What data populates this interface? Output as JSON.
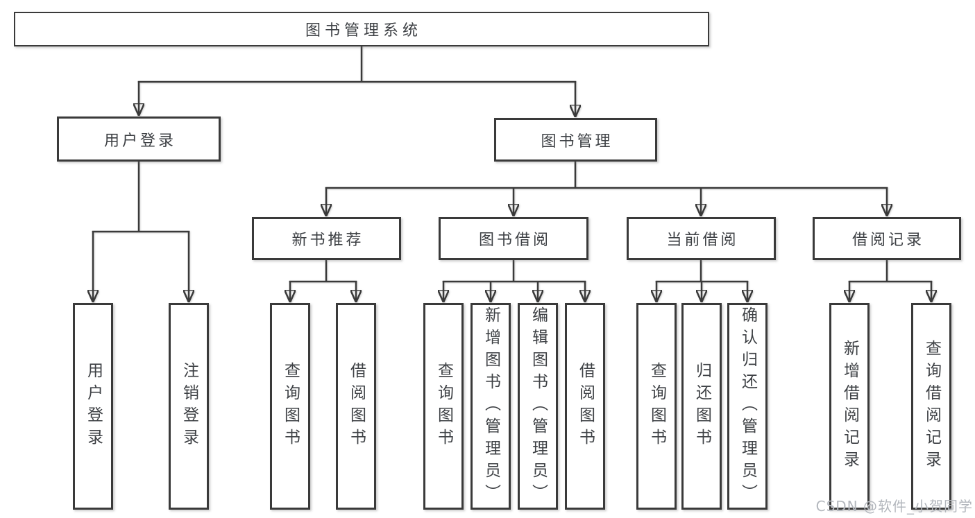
{
  "tree": {
    "label": "图书管理系统",
    "children": [
      {
        "label": "用户登录",
        "children": [
          {
            "label": "用户登录"
          },
          {
            "label": "注销登录"
          }
        ]
      },
      {
        "label": "图书管理",
        "children": [
          {
            "label": "新书推荐",
            "children": [
              {
                "label": "查询图书"
              },
              {
                "label": "借阅图书"
              }
            ]
          },
          {
            "label": "图书借阅",
            "children": [
              {
                "label": "查询图书"
              },
              {
                "label": "新增图书（管理员）"
              },
              {
                "label": "编辑图书（管理员）"
              },
              {
                "label": "借阅图书"
              }
            ]
          },
          {
            "label": "当前借阅",
            "children": [
              {
                "label": "查询图书"
              },
              {
                "label": "归还图书"
              },
              {
                "label": "确认归还（管理员）"
              }
            ]
          },
          {
            "label": "借阅记录",
            "children": [
              {
                "label": "新增借阅记录"
              },
              {
                "label": "查询借阅记录"
              }
            ]
          }
        ]
      }
    ]
  },
  "watermark": {
    "text": "CSDN @软件_小贺同学",
    "color": "#b3b7bd"
  },
  "colors": {
    "line": "#3a3a3a",
    "box_border": "#3a3a3a",
    "text": "#3e4145",
    "background": "#ffffff",
    "watermark": "#b3b7bd"
  }
}
